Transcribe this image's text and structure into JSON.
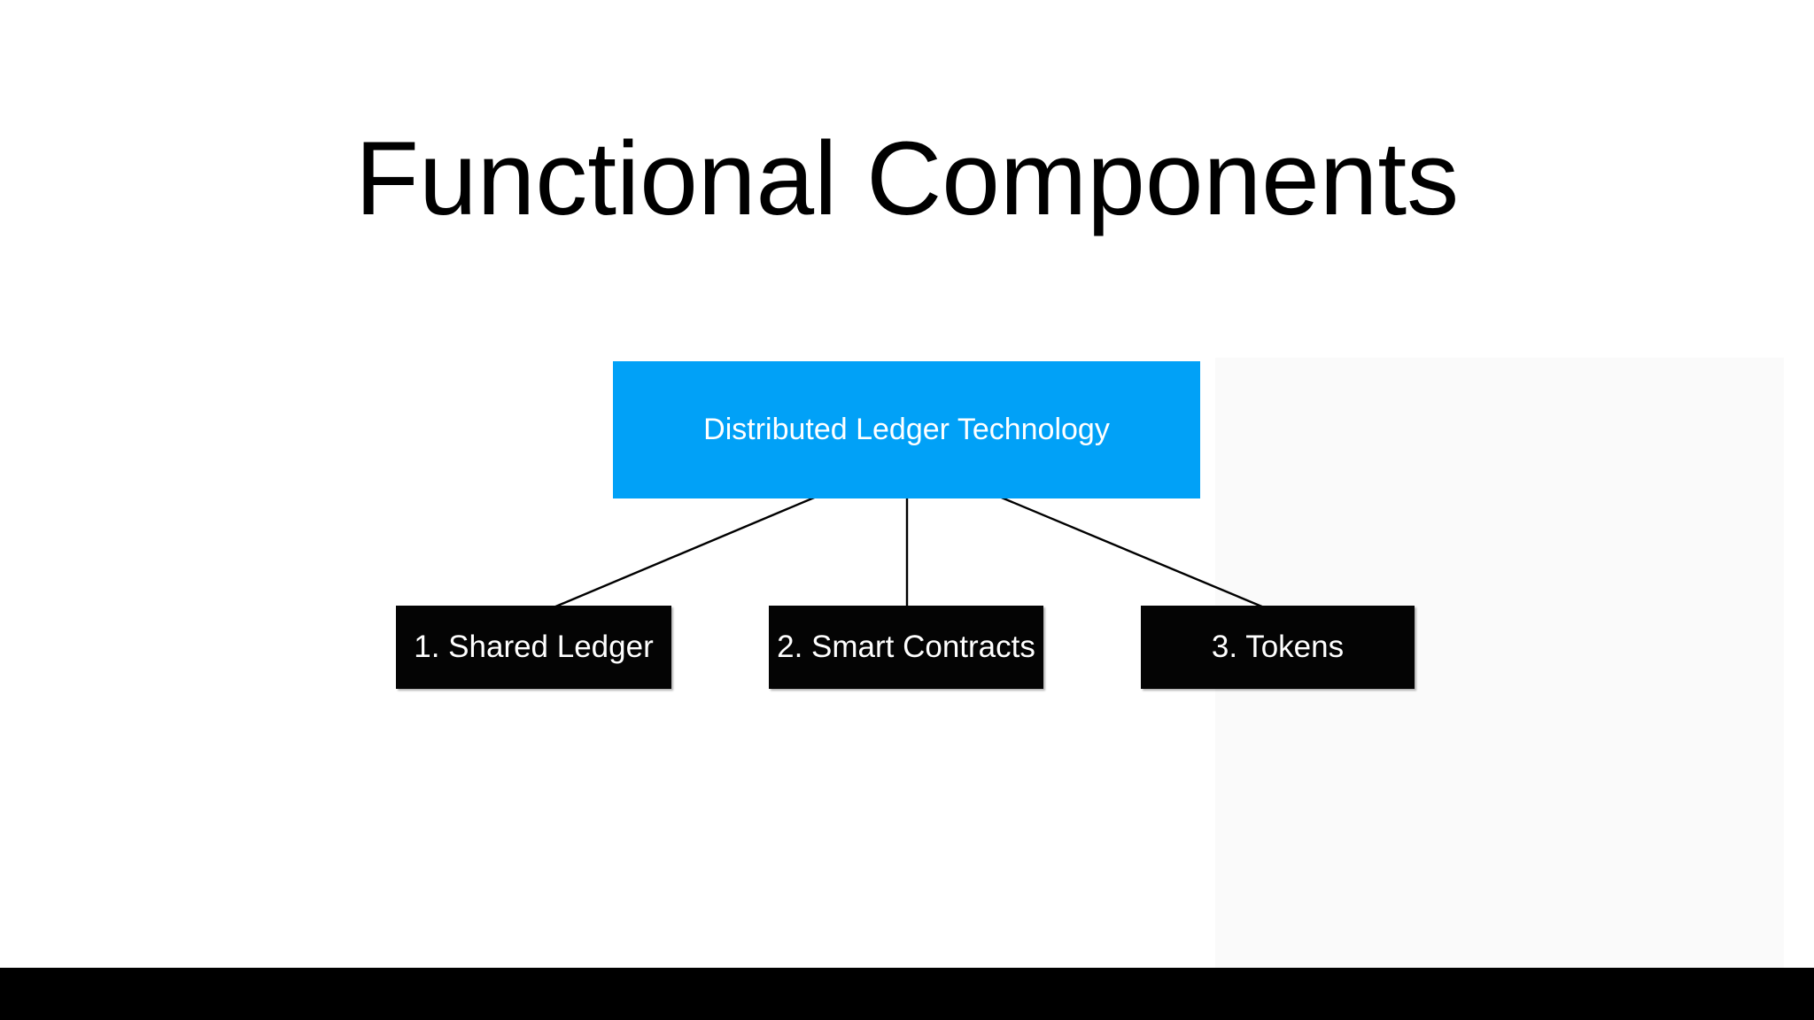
{
  "slide": {
    "title": "Functional Components",
    "background_color": "#ffffff",
    "letterbox_color": "#000000"
  },
  "diagram": {
    "connector_color": "#000000",
    "root": {
      "label": "Distributed Ledger Technology",
      "fill_color": "#01a1f7",
      "text_color": "#ffffff"
    },
    "children": [
      {
        "label": "1. Shared Ledger",
        "fill_color": "#000000",
        "text_color": "#ffffff"
      },
      {
        "label": "2. Smart Contracts",
        "fill_color": "#000000",
        "text_color": "#ffffff"
      },
      {
        "label": "3. Tokens",
        "fill_color": "#000000",
        "text_color": "#ffffff"
      }
    ]
  }
}
